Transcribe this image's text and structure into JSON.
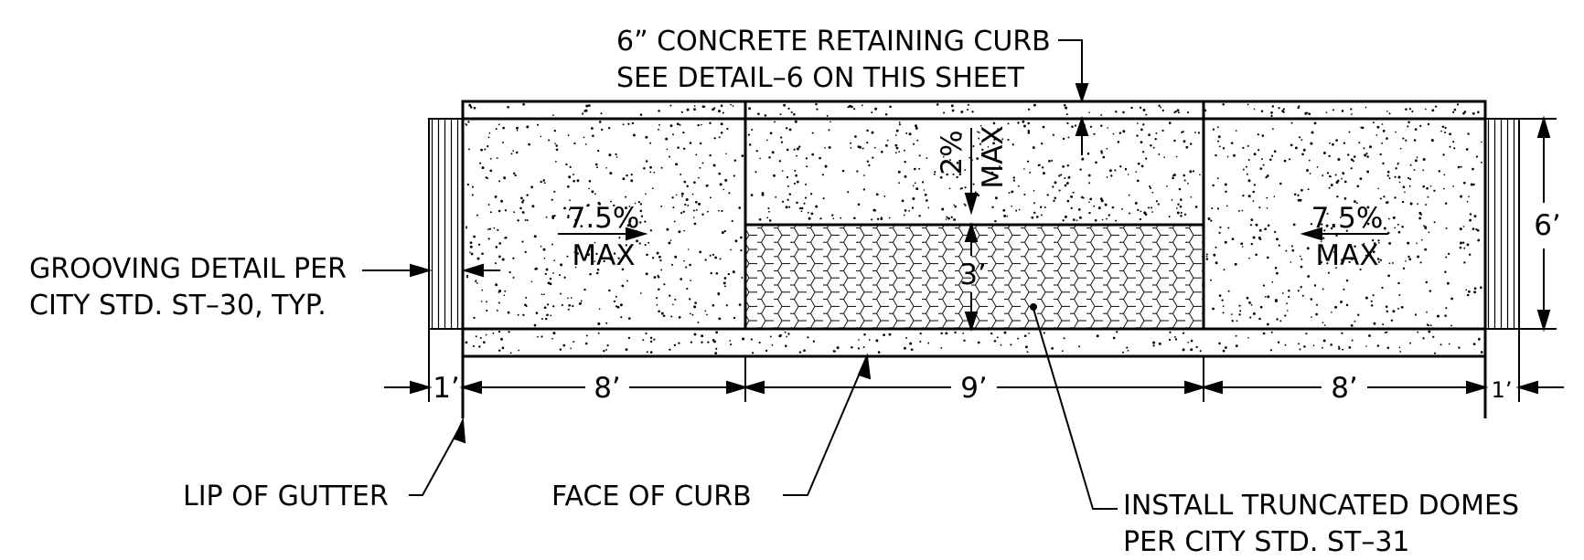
{
  "callouts": {
    "retaining_curb_line1": "6” CONCRETE RETAINING CURB",
    "retaining_curb_line2": "SEE DETAIL–6 ON THIS SHEET",
    "grooving_line1": "GROOVING DETAIL PER",
    "grooving_line2": "CITY STD. ST–30, TYP.",
    "lip_of_gutter": "LIP OF GUTTER",
    "face_of_curb": "FACE OF CURB",
    "domes_line1": "INSTALL TRUNCATED DOMES",
    "domes_line2": "PER CITY STD. ST–31"
  },
  "slopes": {
    "left_value": "7.5%",
    "left_limit": "MAX",
    "right_value": "7.5%",
    "right_limit": "MAX",
    "cross_value": "2%",
    "cross_limit": "MAX"
  },
  "dimensions": {
    "left_groove": "1’",
    "left_ramp": "8’",
    "center_landing": "9’",
    "right_ramp": "8’",
    "right_groove": "1’",
    "overall_depth": "6’",
    "dome_depth": "3’"
  },
  "colors": {
    "linework": "#000000",
    "background": "#ffffff"
  }
}
